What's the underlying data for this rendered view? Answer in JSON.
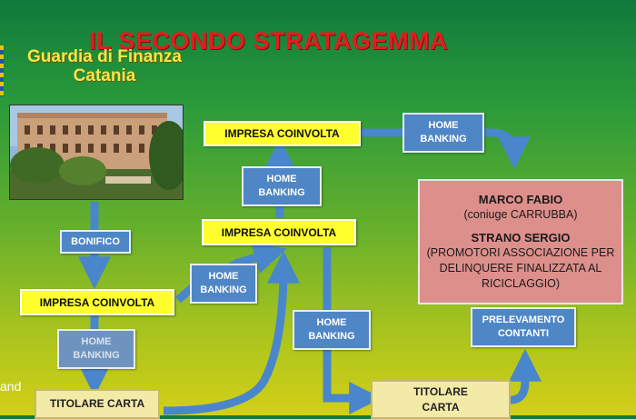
{
  "header": {
    "title": "IL SECONDO STRATAGEMMA",
    "org_line1": "Guardia di Finanza",
    "org_line2": "Catania"
  },
  "boxes": {
    "impresa_top": "IMPRESA COINVOLTA",
    "impresa_middle": "IMPRESA COINVOLTA",
    "impresa_left": "IMPRESA COINVOLTA",
    "bonifico": "BONIFICO",
    "home_banking_top_right": [
      "HOME",
      "BANKING"
    ],
    "home_banking_center": [
      "HOME",
      "BANKING"
    ],
    "home_banking_mid_left": [
      "HOME",
      "BANKING"
    ],
    "home_banking_lower_left": [
      "HOME",
      "BANKING"
    ],
    "home_banking_lower_center": [
      "HOME",
      "BANKING"
    ],
    "prelevamento": [
      "PRELEVAMENTO",
      "CONTANTI"
    ],
    "titolare_left": "TITOLARE CARTA",
    "titolare_right": [
      "TITOLARE",
      "CARTA"
    ]
  },
  "persons": {
    "name1": "MARCO FABIO",
    "note1": "(coniuge CARRUBBA)",
    "name2": "STRANO SERGIO",
    "note2_lines": [
      "(PROMOTORI ASSOCIAZIONE PER",
      "DELINQUERE FINALIZZATA AL",
      "RICICLAGGIO)"
    ]
  },
  "overlay": {
    "partial_text": "and"
  },
  "colors": {
    "title": "#e01e1e",
    "org": "#f2e64a",
    "yellow_box": "#ffff2e",
    "blue_box": "#4f86c6",
    "arrow": "#4a86cc",
    "pink_box": "#dd8f8c",
    "tan_box": "#f3eaa8"
  },
  "icons": {
    "logo": "guardia-di-finanza-emblem",
    "photo": "building-photo"
  }
}
